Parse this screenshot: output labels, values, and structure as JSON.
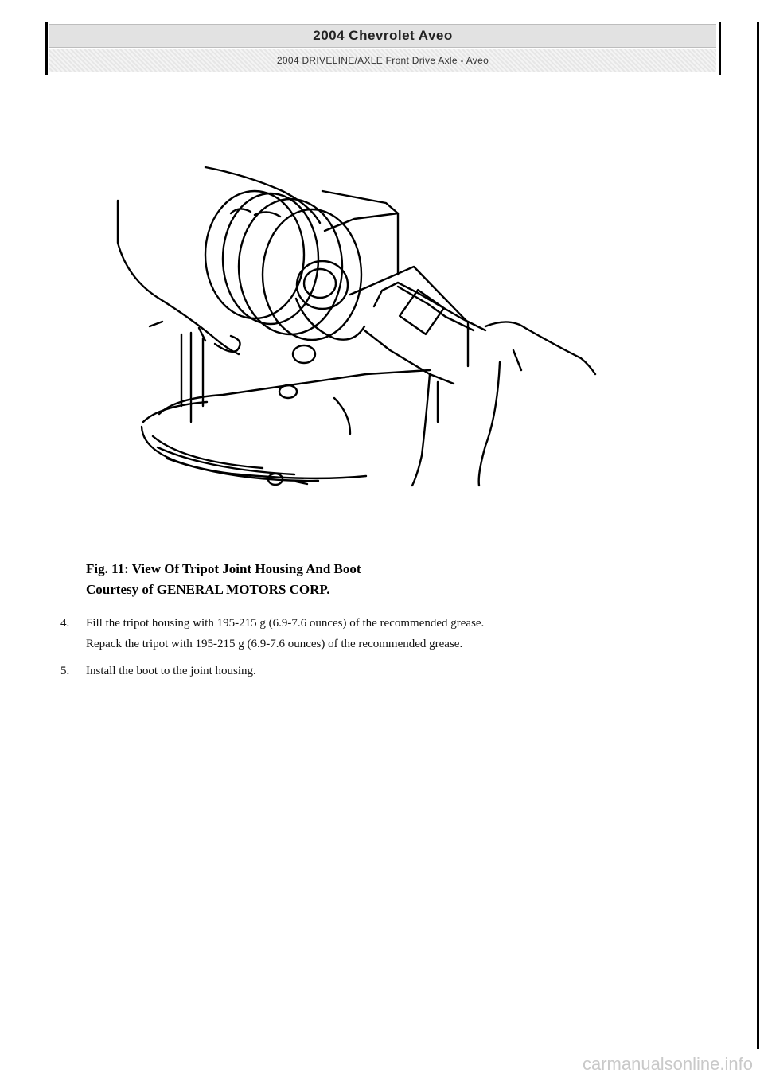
{
  "header": {
    "title": "2004 Chevrolet Aveo",
    "subtitle": "2004 DRIVELINE/AXLE Front Drive Axle - Aveo"
  },
  "figure": {
    "caption_line1": "Fig. 11: View Of Tripot Joint Housing And Boot",
    "caption_line2": "Courtesy of GENERAL MOTORS CORP."
  },
  "steps": [
    {
      "number": "4.",
      "lines": [
        "Fill the tripot housing with 195-215 g (6.9-7.6 ounces) of the recommended grease.",
        "Repack the tripot with 195-215 g (6.9-7.6 ounces) of the recommended grease."
      ]
    },
    {
      "number": "5.",
      "lines": [
        "Install the boot to the joint housing."
      ]
    }
  ],
  "watermark": "carmanualsonline.info"
}
